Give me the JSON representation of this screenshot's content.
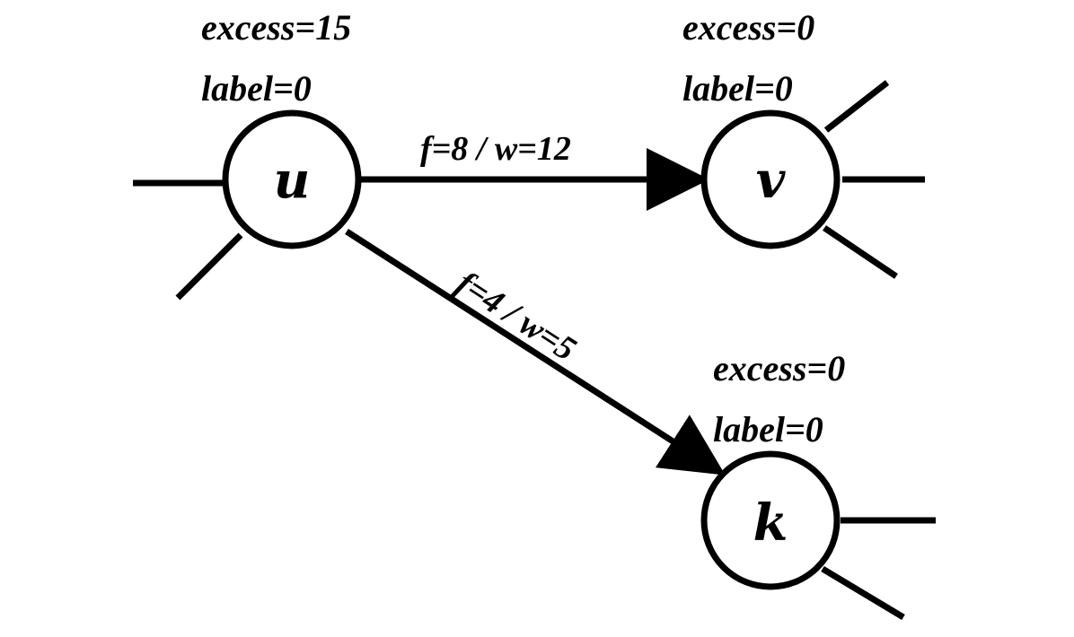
{
  "nodes": {
    "u": {
      "name": "u",
      "excess": "excess=15",
      "label": "label=0"
    },
    "v": {
      "name": "v",
      "excess": "excess=0",
      "label": "label=0"
    },
    "k": {
      "name": "k",
      "excess": "excess=0",
      "label": "label=0"
    }
  },
  "edges": {
    "uv": {
      "text": "f=8 / w=12"
    },
    "uk": {
      "text": "f=4 / w=5"
    }
  },
  "colors": {
    "stroke": "#000000",
    "background": "#ffffff"
  }
}
